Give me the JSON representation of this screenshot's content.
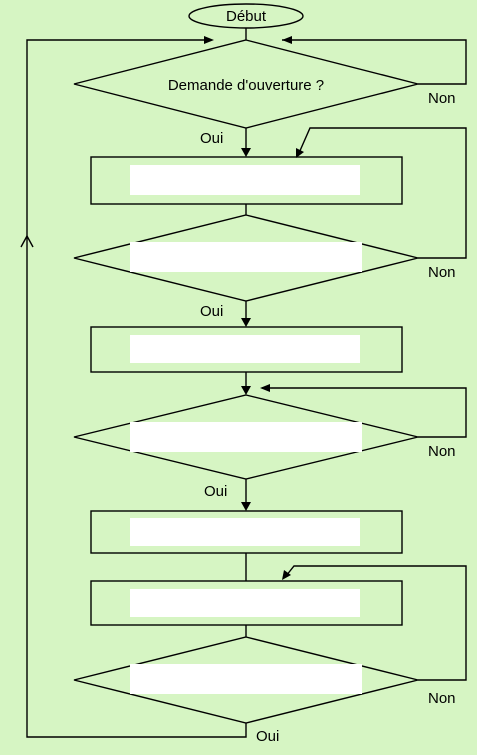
{
  "colors": {
    "background": "#d6f5c3",
    "stroke": "#000000",
    "blank": "#ffffff"
  },
  "start": {
    "label": "Début"
  },
  "decision_1": {
    "question": "Demande d'ouverture ?",
    "yes": "Oui",
    "no": "Non"
  },
  "decision_2": {
    "question": "",
    "yes": "Oui",
    "no": "Non"
  },
  "decision_3": {
    "question": "",
    "yes": "Oui",
    "no": "Non"
  },
  "decision_4": {
    "question": "",
    "yes": "Oui",
    "no": "Non"
  },
  "process_1": {
    "text": ""
  },
  "process_2": {
    "text": ""
  },
  "process_3": {
    "text": ""
  },
  "process_4": {
    "text": ""
  }
}
